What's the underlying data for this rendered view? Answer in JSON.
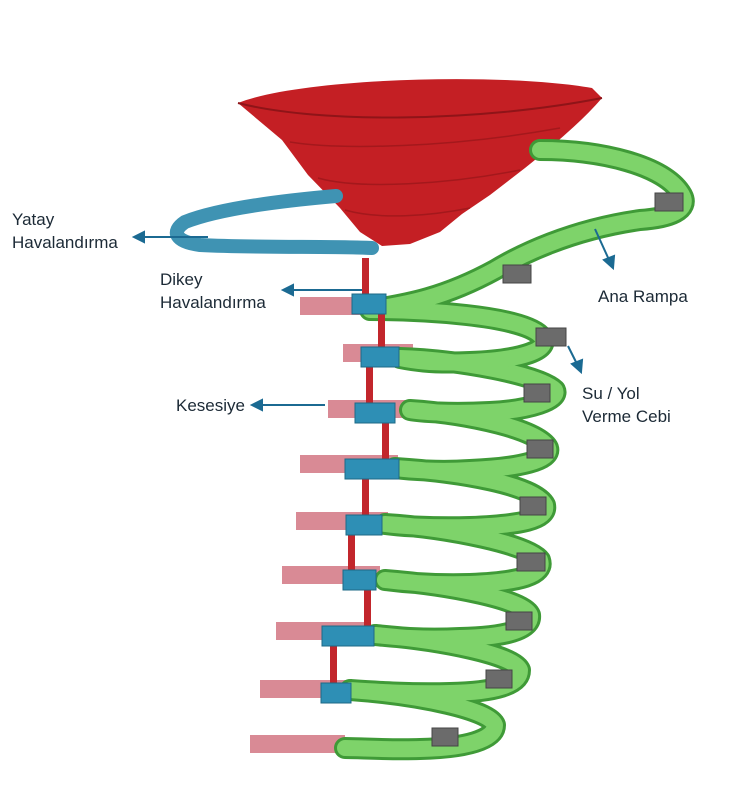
{
  "labels": {
    "yatay_line1": "Yatay",
    "yatay_line2": "Havalandırma",
    "dikey_line1": "Dikey",
    "dikey_line2": "Havalandırma",
    "kesesiye": "Kesesiye",
    "ana_rampa": "Ana Rampa",
    "su_line1": "Su / Yol",
    "su_line2": "Verme Cebi"
  },
  "colors": {
    "pit": "#c41f24",
    "pit_dark": "#8f1418",
    "ramp": "#7ed36a",
    "ramp_dark": "#3f9a37",
    "horizontal_vent": "#3f93b3",
    "vertical_vent": "#c2262c",
    "crosscut": "#d98a95",
    "junction": "#2e8fb5",
    "pocket": "#6b6b6b",
    "arrow": "#1b6a92"
  }
}
